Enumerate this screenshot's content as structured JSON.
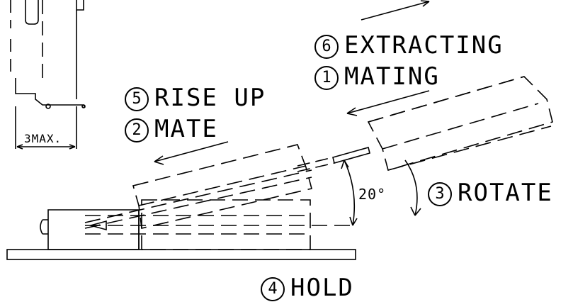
{
  "labels": {
    "extracting": {
      "num": "6",
      "text": "EXTRACTING"
    },
    "mating": {
      "num": "1",
      "text": "MATING"
    },
    "rise_up": {
      "num": "5",
      "text": "RISE UP"
    },
    "mate": {
      "num": "2",
      "text": "MATE"
    },
    "rotate": {
      "num": "3",
      "text": "ROTATE"
    },
    "hold": {
      "num": "4",
      "text": "HOLD"
    },
    "angle": "20°",
    "max_dim": "3MAX."
  },
  "colors": {
    "line": "#000000",
    "background": "#ffffff"
  }
}
